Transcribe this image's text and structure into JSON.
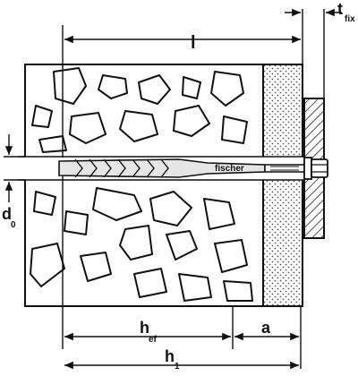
{
  "brand": "fischer",
  "labels": {
    "l": "l",
    "t_fix_main": "t",
    "t_fix_sub": "fix",
    "d0_main": "d",
    "d0_sub": "0",
    "h_ef_main": "h",
    "h_ef_sub": "ef",
    "a": "a",
    "h1_main": "h",
    "h1_sub": "1"
  },
  "colors": {
    "ink": "#111111",
    "background": "#ffffff",
    "concrete": "#ffffff",
    "insulation_dots": "#555555",
    "fixture_hatch": "#222222"
  }
}
